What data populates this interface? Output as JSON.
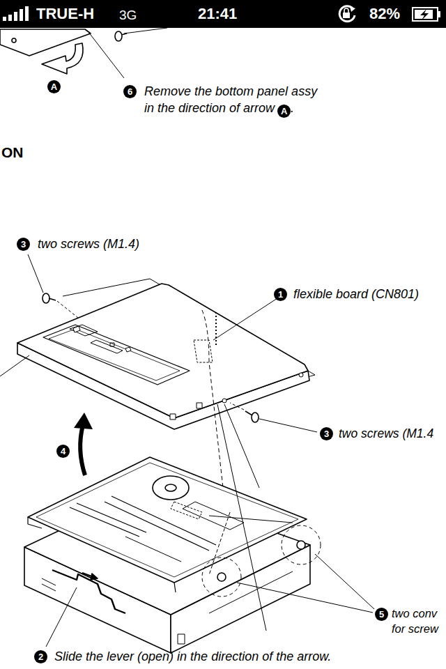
{
  "diagram": {
    "labels": [
      "TRUE-H",
      "3G",
      "21:41",
      "82%",
      "A",
      "6",
      "Remove the bottom panel assy in the direction of arrow",
      "A",
      ".",
      "ON",
      "3",
      "two screws (M1.4)",
      "1",
      "flexible board (CN801)",
      "4",
      "3",
      "two screws (M1.4",
      "5",
      "two conv for screw",
      "2",
      "Slide the lever (open) in the direction of the arrow."
    ]
  }
}
